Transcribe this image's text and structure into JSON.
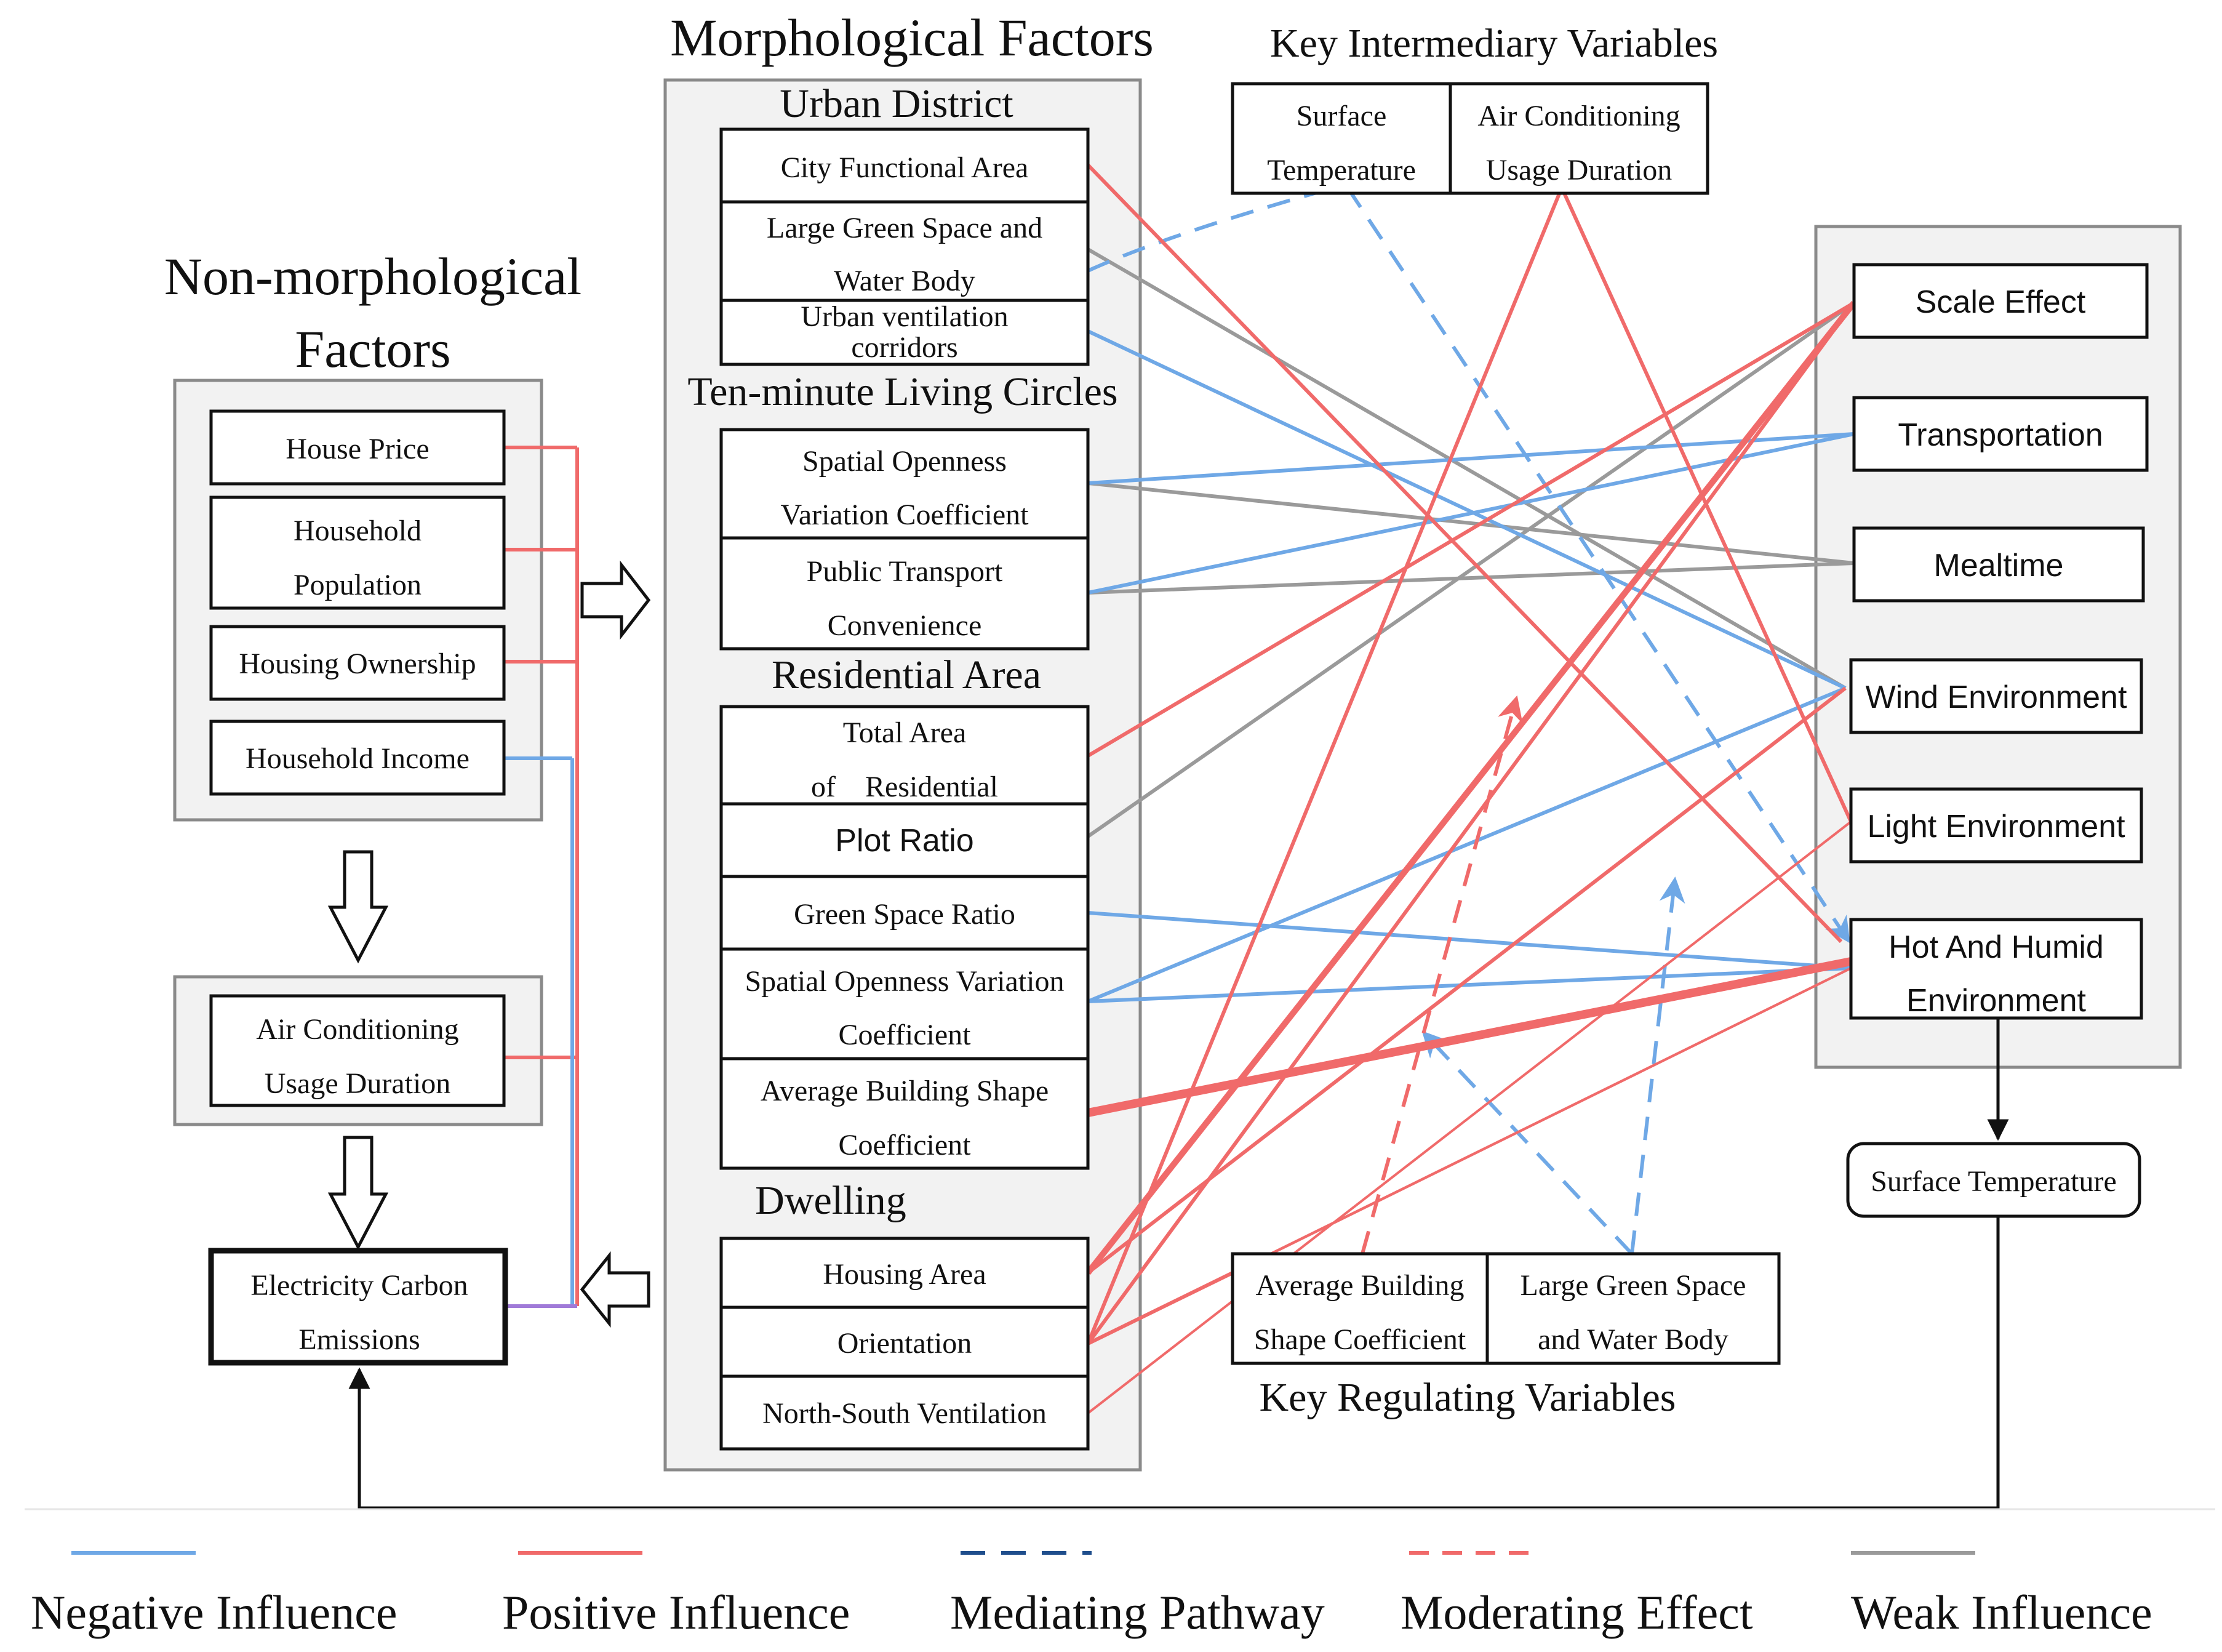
{
  "titles": {
    "morphological": "Morphological Factors",
    "non_morphological_line1": "Non-morphological",
    "non_morphological_line2": "Factors",
    "key_intermediary": "Key Intermediary Variables",
    "key_regulating": "Key Regulating Variables"
  },
  "non_morphological": {
    "house_price": [
      "House Price"
    ],
    "household_population": [
      "Household",
      "Population"
    ],
    "housing_ownership": [
      "Housing Ownership"
    ],
    "household_income": [
      "Household Income"
    ],
    "ac_usage_duration": [
      "Air Conditioning",
      "Usage Duration"
    ],
    "electricity_carbon": [
      "Electricity Carbon",
      "Emissions"
    ]
  },
  "morphological": {
    "urban_district": {
      "title": "Urban District",
      "city_functional_area": [
        "City Functional Area"
      ],
      "large_green_space": [
        "Large Green Space and",
        "Water Body"
      ],
      "ventilation_corridors": [
        "Urban ventilation",
        "corridors"
      ]
    },
    "ten_minute": {
      "title": "Ten-minute Living Circles",
      "spatial_openness": [
        "Spatial Openness",
        "Variation Coefficient"
      ],
      "public_transport": [
        "Public Transport",
        "Convenience"
      ]
    },
    "residential": {
      "title": "Residential Area",
      "total_area": [
        "Total Area",
        "of    Residential"
      ],
      "plot_ratio": [
        "Plot Ratio"
      ],
      "green_space_ratio": [
        "Green Space Ratio"
      ],
      "spatial_openness": [
        "Spatial Openness Variation",
        "Coefficient"
      ],
      "avg_building_shape": [
        "Average Building Shape",
        "Coefficient"
      ]
    },
    "dwelling": {
      "title": "Dwelling",
      "housing_area": [
        "Housing Area"
      ],
      "orientation": [
        "Orientation"
      ],
      "north_south": [
        "North-South Ventilation"
      ]
    }
  },
  "intermediary": {
    "surface_temperature": [
      "Surface",
      "Temperature"
    ],
    "ac_usage_duration": [
      "Air Conditioning",
      "Usage Duration"
    ]
  },
  "regulating": {
    "avg_building_shape": [
      "Average Building",
      "Shape Coefficient"
    ],
    "large_green_space": [
      "Large Green Space",
      "and Water Body"
    ]
  },
  "outcomes": {
    "scale_effect": [
      "Scale Effect"
    ],
    "transportation": [
      "Transportation"
    ],
    "mealtime": [
      "Mealtime"
    ],
    "wind_environment": [
      "Wind Environment"
    ],
    "light_environment": [
      "Light Environment"
    ],
    "hot_humid": [
      "Hot And Humid",
      "Environment"
    ],
    "surface_temperature": [
      "Surface Temperature"
    ]
  },
  "legend": {
    "negative": "Negative Influence",
    "positive": "Positive Influence",
    "mediating": "Mediating Pathway",
    "moderating": "Moderating Effect",
    "weak": "Weak Influence"
  },
  "colors": {
    "negative": "#6fa8e6",
    "positive": "#f06a6a",
    "mediating": "#1f4e8c",
    "moderating": "#f06a6a",
    "weak": "#9a9a9a",
    "purple": "#a07ad8"
  }
}
